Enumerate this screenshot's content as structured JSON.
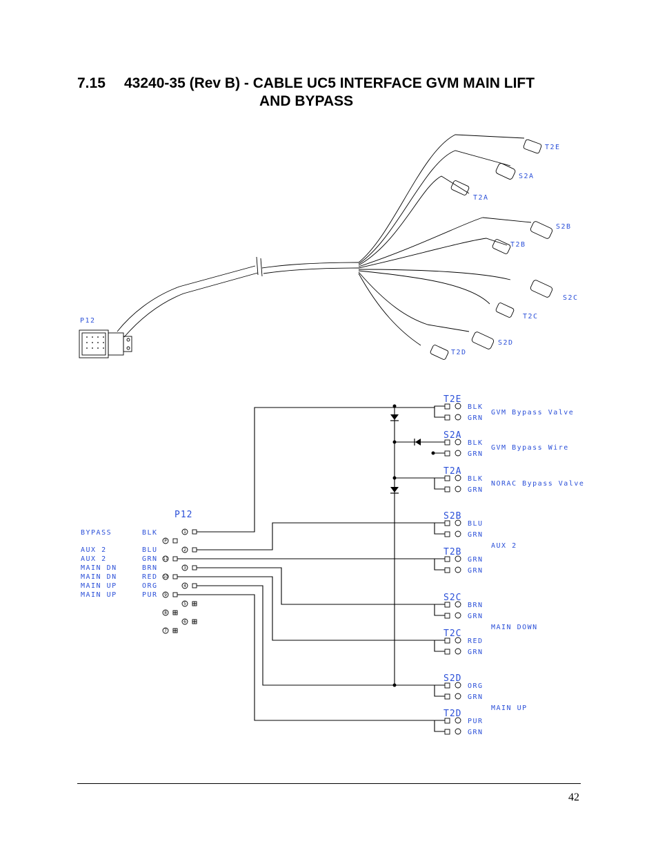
{
  "header": {
    "section": "7.15",
    "title_line1": "43240-35 (Rev B) - CABLE UC5 INTERFACE GVM MAIN LIFT",
    "title_line2": "AND BYPASS"
  },
  "harness": {
    "connectors": [
      "T2E",
      "S2A",
      "T2A",
      "S2B",
      "T2B",
      "S2C",
      "T2C",
      "S2D",
      "T2D",
      "P12"
    ]
  },
  "schematic": {
    "p12_title": "P12",
    "functions": [
      "BYPASS",
      "AUX 2",
      "AUX 2",
      "MAIN DN",
      "MAIN DN",
      "MAIN UP",
      "MAIN UP"
    ],
    "p12_pins": [
      {
        "color": "BLK",
        "pin": "1"
      },
      {
        "color": "",
        "pin": "P"
      },
      {
        "color": "BLU",
        "pin": "2"
      },
      {
        "color": "GRN",
        "pin": "11"
      },
      {
        "color": "BRN",
        "pin": "3"
      },
      {
        "color": "RED",
        "pin": "10"
      },
      {
        "color": "ORG",
        "pin": "4"
      },
      {
        "color": "PUR",
        "pin": "9"
      },
      {
        "color": "",
        "pin": "5"
      },
      {
        "color": "",
        "pin": "8"
      },
      {
        "color": "",
        "pin": "6"
      },
      {
        "color": "",
        "pin": "7"
      }
    ],
    "right_connectors": [
      {
        "name": "T2E",
        "p1": "BLK",
        "p2": "GRN"
      },
      {
        "name": "S2A",
        "p1": "BLK",
        "p2": "GRN"
      },
      {
        "name": "T2A",
        "p1": "BLK",
        "p2": "GRN"
      },
      {
        "name": "S2B",
        "p1": "BLU",
        "p2": "GRN"
      },
      {
        "name": "T2B",
        "p1": "GRN",
        "p2": "GRN"
      },
      {
        "name": "S2C",
        "p1": "BRN",
        "p2": "GRN"
      },
      {
        "name": "T2C",
        "p1": "RED",
        "p2": "GRN"
      },
      {
        "name": "S2D",
        "p1": "ORG",
        "p2": "GRN"
      },
      {
        "name": "T2D",
        "p1": "PUR",
        "p2": "GRN"
      }
    ],
    "descriptions": [
      "GVM Bypass Valve",
      "GVM Bypass Wire",
      "NORAC Bypass Valve",
      "AUX 2",
      "MAIN DOWN",
      "MAIN UP"
    ]
  },
  "footer": {
    "page_number": "42"
  }
}
